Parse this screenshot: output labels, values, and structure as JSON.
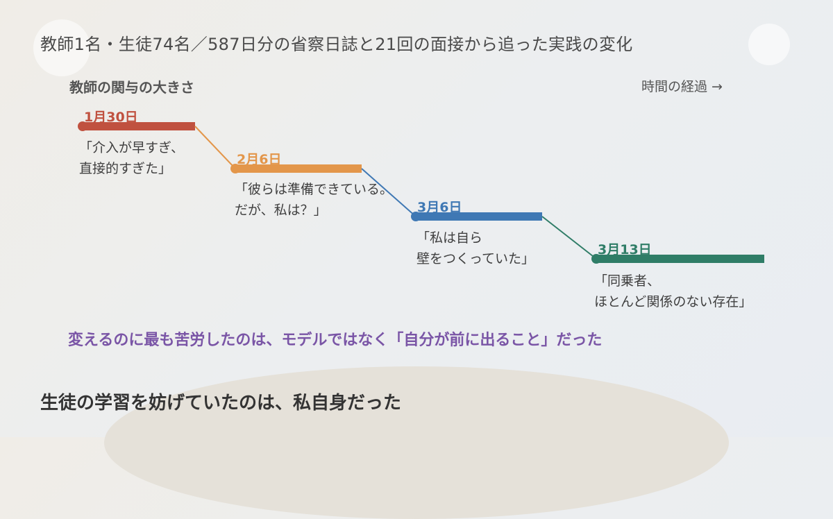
{
  "subtitle": "教師1名・生徒74名／587日分の省察日誌と21回の面接から追った実践の変化",
  "y_axis_label": "教師の関与の大きさ",
  "x_axis_label": "時間の経過 →",
  "stages": [
    {
      "date": "1月30日",
      "quote_lines": [
        "「介入が早すぎ、",
        "直接的すぎた」"
      ],
      "color": "#c0513f"
    },
    {
      "date": "2月6日",
      "quote_lines": [
        "「彼らは準備できている。",
        "だが、私は？」"
      ],
      "color": "#e3964a"
    },
    {
      "date": "3月6日",
      "quote_lines": [
        "「私は自ら",
        "壁をつくっていた」"
      ],
      "color": "#3f78b4"
    },
    {
      "date": "3月13日",
      "quote_lines": [
        "「同乗者、",
        "ほとんど関係のない存在」"
      ],
      "color": "#2f7d67"
    }
  ],
  "insight": "変えるのに最も苦労したのは、モデルではなく「自分が前に出ること」だった",
  "conclusion": "生徒の学習を妨げていたのは、私自身だった"
}
